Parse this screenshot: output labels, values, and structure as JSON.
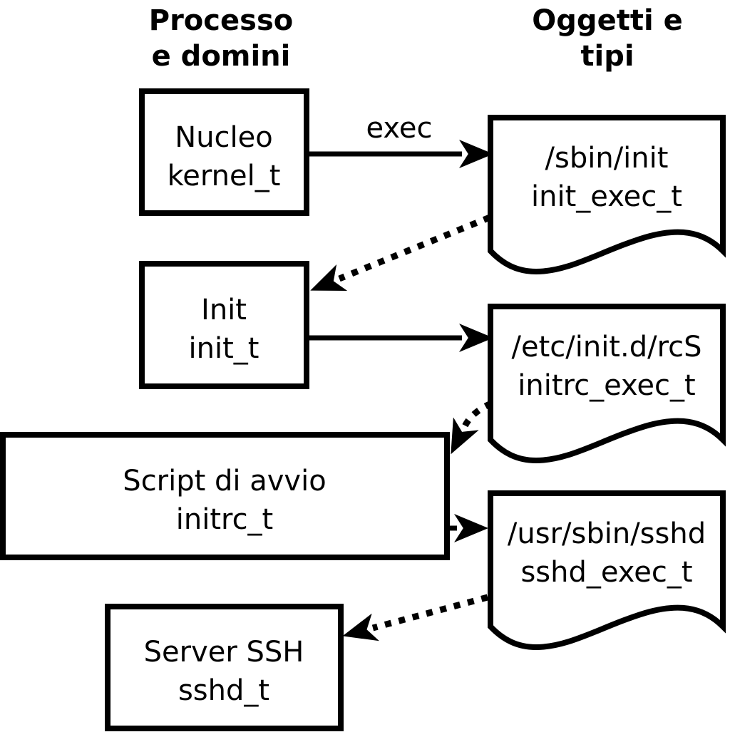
{
  "diagram": {
    "title_columns": {
      "left_line1": "Processo",
      "left_line2": "e domini",
      "right_line1": "Oggetti e",
      "right_line2": "tipi"
    },
    "processes": [
      {
        "name": "Nucleo",
        "type": "kernel_t"
      },
      {
        "name": "Init",
        "type": "init_t"
      },
      {
        "name": "Script di avvio",
        "type": "initrc_t"
      },
      {
        "name": "Server SSH",
        "type": "sshd_t"
      }
    ],
    "objects": [
      {
        "path": "/sbin/init",
        "type": "init_exec_t"
      },
      {
        "path": "/etc/init.d/rcS",
        "type": "initrc_exec_t"
      },
      {
        "path": "/usr/sbin/sshd",
        "type": "sshd_exec_t"
      }
    ],
    "edges": {
      "exec_label": "exec"
    },
    "colors": {
      "ink": "#000000",
      "paper": "#ffffff"
    }
  }
}
